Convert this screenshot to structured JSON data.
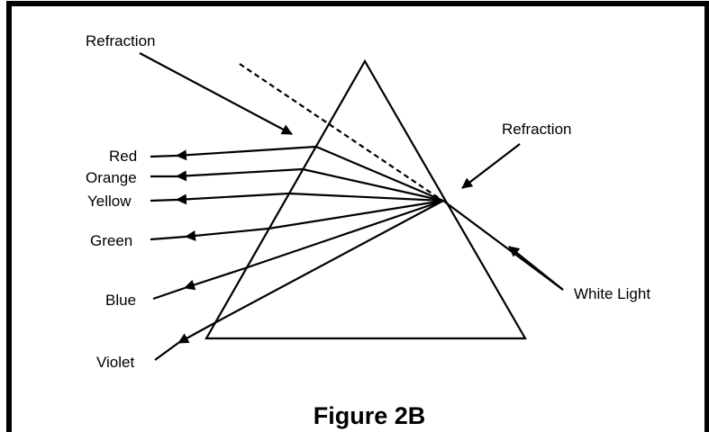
{
  "caption": "Figure 2B",
  "labels": {
    "refraction_left": "Refraction",
    "refraction_right": "Refraction",
    "white_light": "White Light",
    "red": "Red",
    "orange": "Orange",
    "yellow": "Yellow",
    "green": "Green",
    "blue": "Blue",
    "violet": "Violet"
  }
}
